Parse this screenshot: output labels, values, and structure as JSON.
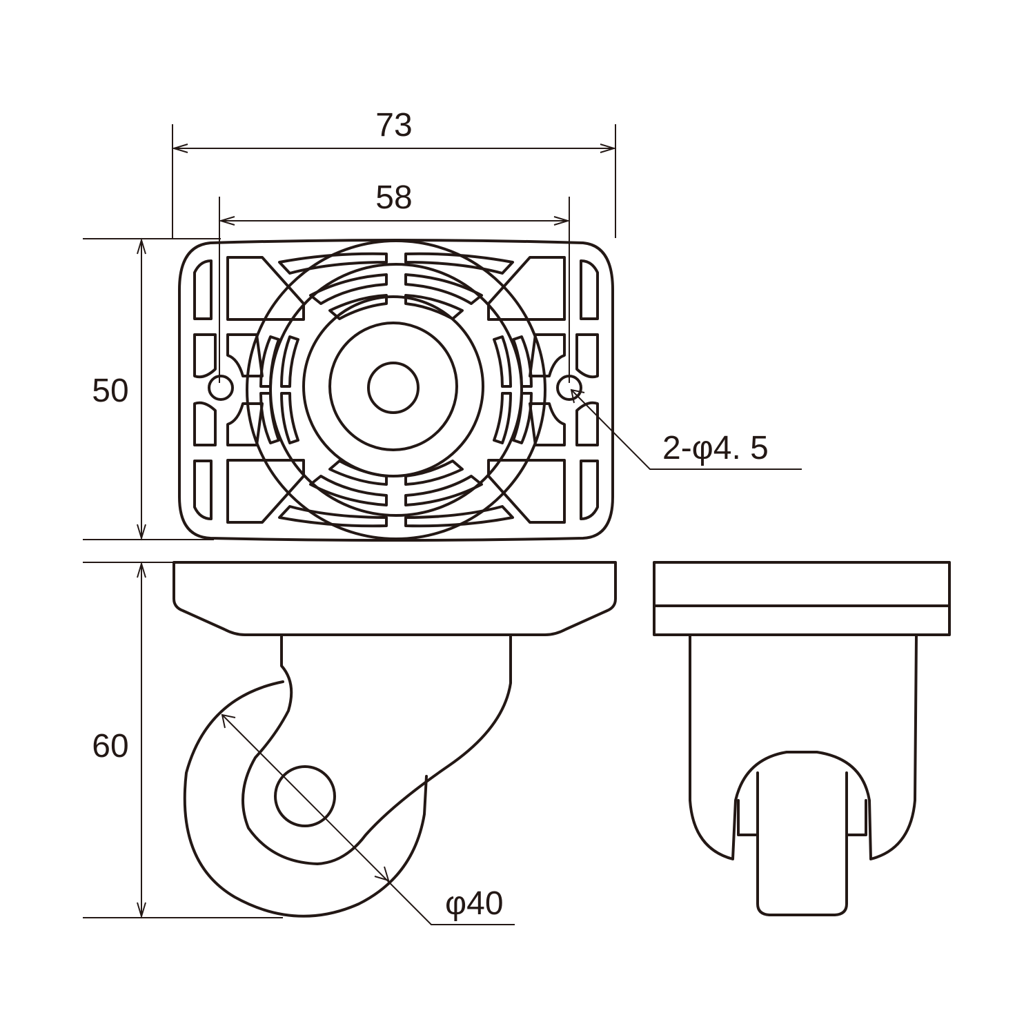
{
  "dimensions": {
    "overall_width": "73",
    "hole_pitch": "58",
    "plate_depth": "50",
    "overall_height": "60",
    "hole_spec": "2-φ4. 5",
    "wheel_diameter": "φ40"
  },
  "colors": {
    "line": "#231815",
    "background": "#ffffff"
  }
}
